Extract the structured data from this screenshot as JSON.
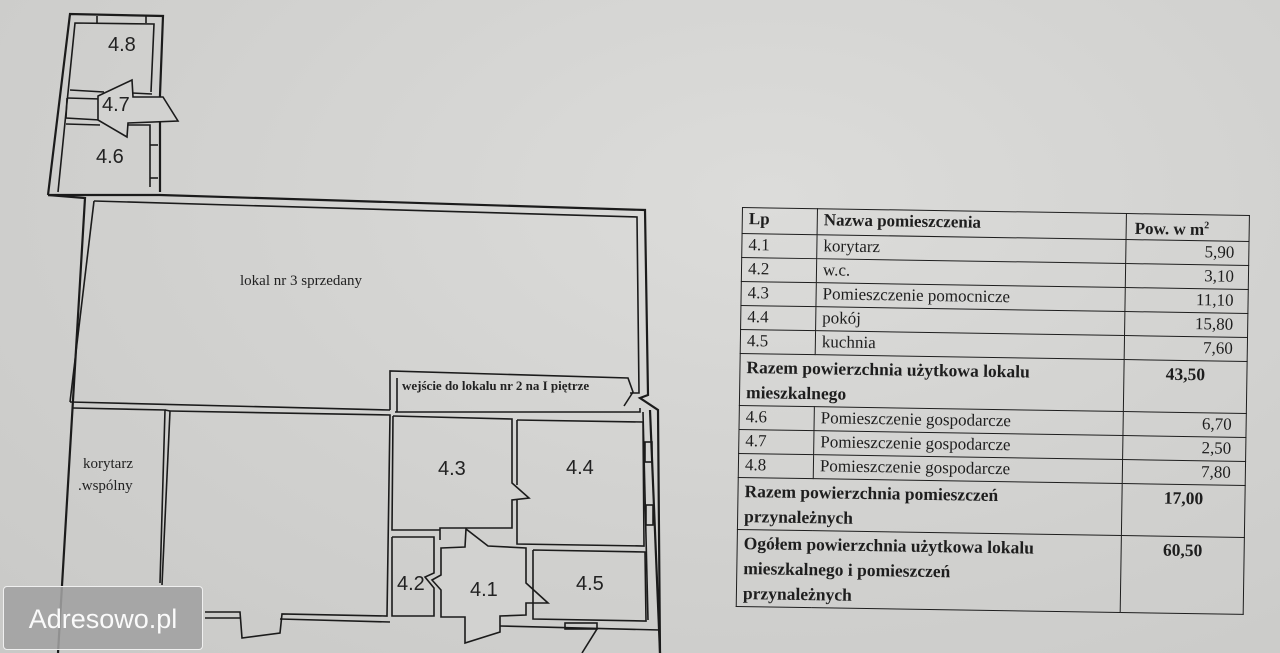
{
  "floor_plan": {
    "rooms": [
      {
        "id": "4.1",
        "label": "4.1"
      },
      {
        "id": "4.2",
        "label": "4.2"
      },
      {
        "id": "4.3",
        "label": "4.3"
      },
      {
        "id": "4.4",
        "label": "4.4"
      },
      {
        "id": "4.5",
        "label": "4.5"
      },
      {
        "id": "4.6",
        "label": "4.6"
      },
      {
        "id": "4.7",
        "label": "4.7"
      },
      {
        "id": "4.8",
        "label": "4.8"
      }
    ],
    "labels": {
      "sold_unit": "lokal nr 3 sprzedany",
      "entrance": "wejście do lokalu nr 2 na I piętrze",
      "corridor_line1": "korytarz",
      "corridor_line2": ".wspólny"
    }
  },
  "area_table": {
    "headers": {
      "lp": "Lp",
      "name": "Nazwa pomieszczenia",
      "area": "Pow. w m",
      "area_sup": "2"
    },
    "rows_main": [
      {
        "lp": "4.1",
        "name": "korytarz",
        "area": "5,90"
      },
      {
        "lp": "4.2",
        "name": "w.c.",
        "area": "3,10"
      },
      {
        "lp": "4.3",
        "name": "Pomieszczenie pomocnicze",
        "area": "11,10"
      },
      {
        "lp": "4.4",
        "name": "pokój",
        "area": "15,80"
      },
      {
        "lp": "4.5",
        "name": "kuchnia",
        "area": "7,60"
      }
    ],
    "total_residential": {
      "label_line1": "Razem powierzchnia użytkowa lokalu",
      "label_line2": "mieszkalnego",
      "area": "43,50"
    },
    "rows_auxiliary": [
      {
        "lp": "4.6",
        "name": "Pomieszczenie gospodarcze",
        "area": "6,70"
      },
      {
        "lp": "4.7",
        "name": "Pomieszczenie gospodarcze",
        "area": "2,50"
      },
      {
        "lp": "4.8",
        "name": "Pomieszczenie gospodarcze",
        "area": "7,80"
      }
    ],
    "total_auxiliary": {
      "label_line1": "Razem powierzchnia pomieszczeń",
      "label_line2": "przynależnych",
      "area": "17,00"
    },
    "grand_total": {
      "label_line1": "Ogółem powierzchnia użytkowa lokalu",
      "label_line2": "mieszkalnego i pomieszczeń",
      "label_line3": "przynależnych",
      "area": "60,50"
    }
  },
  "watermark": {
    "text": "Adresowo.pl"
  }
}
